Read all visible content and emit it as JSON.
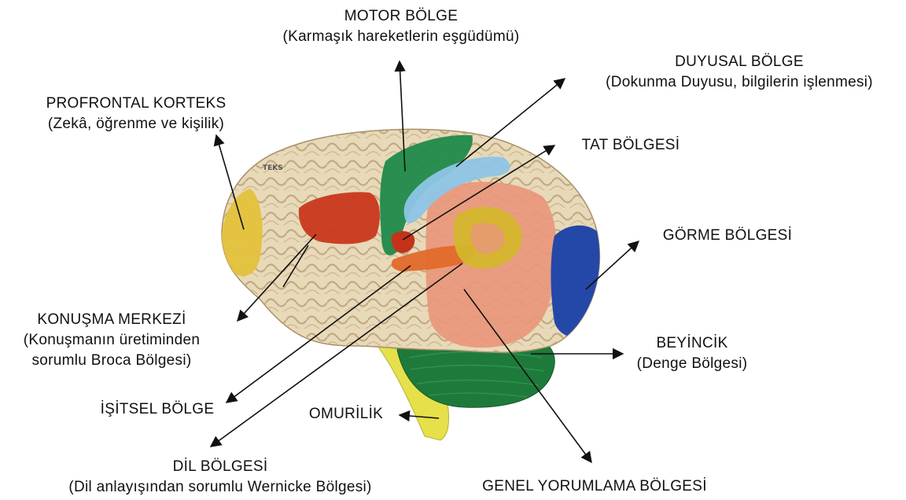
{
  "labels": {
    "motor": {
      "title": "MOTOR BÖLGE",
      "sub": "(Karmaşık hareketlerin eşgüdümü)"
    },
    "duyusal": {
      "title": "DUYUSAL BÖLGE",
      "sub": "(Dokunma Duyusu, bilgilerin işlenmesi)"
    },
    "prefrontal": {
      "title": "PROFRONTAL KORTEKS",
      "sub": "(Zekâ, öğrenme ve kişilik)"
    },
    "tat": {
      "title": "TAT BÖLGESİ"
    },
    "gorme": {
      "title": "GÖRME BÖLGESİ"
    },
    "konusma": {
      "title": "KONUŞMA MERKEZİ",
      "sub1": "(Konuşmanın üretiminden",
      "sub2": "sorumlu Broca Bölgesi)"
    },
    "beyincik": {
      "title": "BEYİNCİK",
      "sub": "(Denge Bölgesi)"
    },
    "isitsel": {
      "title": "İŞİTSEL BÖLGE"
    },
    "omurilik": {
      "title": "OMURİLİK"
    },
    "dil": {
      "title": "DİL BÖLGESİ",
      "sub": "(Dil anlayışından sorumlu Wernicke Bölgesi)"
    },
    "genel": {
      "title": "GENEL YORUMLAMA BÖLGESİ"
    }
  },
  "brain_text": "TEKS",
  "colors": {
    "cortex": "#e8d9b8",
    "prefrontal": "#e3c23a",
    "broca": "#c9381c",
    "motor": "#1f8a4a",
    "sensory": "#8ec5e6",
    "association": "#e9977b",
    "wernicke": "#d4b62c",
    "auditory": "#e26a2a",
    "taste": "#c4321a",
    "visual": "#2448a8",
    "cerebellum": "#1e7a3a",
    "spinal": "#e6e04a"
  }
}
